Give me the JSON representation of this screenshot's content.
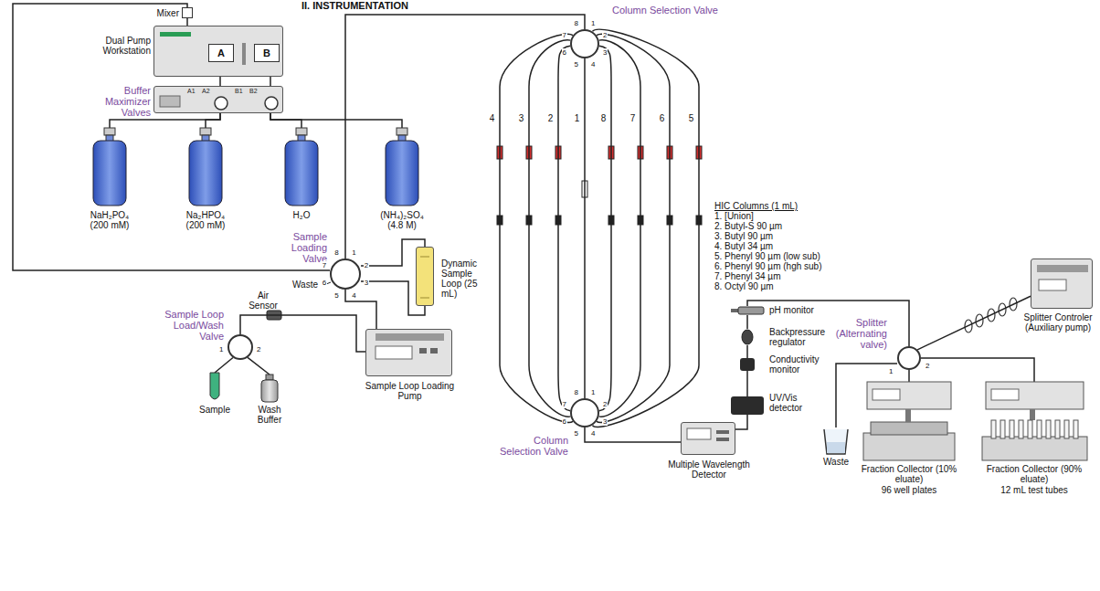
{
  "diagram": {
    "title": "II. INSTRUMENTATION",
    "nodes": [
      {
        "text": [
          "Mixer"
        ]
      },
      {
        "text": [
          "Dual Pump Workstation"
        ]
      },
      {
        "text": [
          "Buffer Maximizer Valves"
        ]
      },
      {
        "text": [
          "NaH₂PO₄",
          "(200 mM)"
        ]
      },
      {
        "text": [
          "Na₂HPO₄",
          "(200 mM)"
        ]
      },
      {
        "text": [
          "H₂O"
        ]
      },
      {
        "text": [
          "(NH₄)₂SO₄",
          "(4.8 M)"
        ]
      },
      {
        "text": [
          "Sample Loading Valve"
        ]
      },
      {
        "text": [
          "Dynamic Sample Loop (25 mL)"
        ]
      },
      {
        "text": [
          "Sample Loop Load/Wash Valve"
        ]
      },
      {
        "text": [
          "Sample"
        ]
      },
      {
        "text": [
          "Wash Buffer"
        ]
      },
      {
        "text": [
          "Sample Loop Loading Pump"
        ]
      },
      {
        "text": [
          "Column Selection Valve"
        ]
      },
      {
        "text": [
          "Column Selection Valve"
        ]
      },
      {
        "text": [
          "Multiple Wavelength Detector"
        ]
      },
      {
        "text": [
          "UV/Vis detector"
        ]
      },
      {
        "text": [
          "Conductivity monitor"
        ]
      },
      {
        "text": [
          "Backpressure regulator"
        ]
      },
      {
        "text": [
          "pH monitor"
        ]
      },
      {
        "text": [
          "Splitter",
          "(Alternating valve)"
        ]
      },
      {
        "text": [
          "Splitter Controler (Auxiliary pump)"
        ]
      },
      {
        "text": [
          "Waste"
        ]
      },
      {
        "text": [
          "Fraction Collector (10% eluate)",
          "96 well plates"
        ]
      },
      {
        "text": [
          "Fraction Collector (90% eluate)",
          "12 mL test tubes"
        ]
      }
    ],
    "edges": [
      {
        "from": 3,
        "to": 2,
        "arrow": "none"
      },
      {
        "from": 4,
        "to": 2,
        "arrow": "none"
      },
      {
        "from": 5,
        "to": 2,
        "arrow": "none"
      },
      {
        "from": 6,
        "to": 2,
        "arrow": "none"
      },
      {
        "from": 2,
        "to": 1,
        "arrow": "none"
      },
      {
        "from": 1,
        "to": 0,
        "arrow": "none"
      },
      {
        "from": 0,
        "to": 7,
        "arrow": "none"
      },
      {
        "from": 7,
        "to": 8,
        "arrow": "none"
      },
      {
        "from": 12,
        "to": 7,
        "arrow": "none"
      },
      {
        "from": 9,
        "to": 12,
        "arrow": "none"
      },
      {
        "from": 10,
        "to": 9,
        "arrow": "none"
      },
      {
        "from": 11,
        "to": 9,
        "arrow": "none"
      },
      {
        "from": 7,
        "to": 13,
        "arrow": "none"
      },
      {
        "from": 13,
        "to": 14,
        "arrow": "none"
      },
      {
        "from": 13,
        "to": 14,
        "arrow": "none"
      },
      {
        "from": 13,
        "to": 14,
        "arrow": "none"
      },
      {
        "from": 13,
        "to": 14,
        "arrow": "none"
      },
      {
        "from": 13,
        "to": 14,
        "arrow": "none"
      },
      {
        "from": 13,
        "to": 14,
        "arrow": "none"
      },
      {
        "from": 13,
        "to": 14,
        "arrow": "none"
      },
      {
        "from": 13,
        "to": 14,
        "arrow": "none"
      },
      {
        "from": 14,
        "to": 15,
        "arrow": "none"
      },
      {
        "from": 15,
        "to": 16,
        "arrow": "none"
      },
      {
        "from": 16,
        "to": 17,
        "arrow": "none"
      },
      {
        "from": 17,
        "to": 18,
        "arrow": "none"
      },
      {
        "from": 18,
        "to": 19,
        "arrow": "none"
      },
      {
        "from": 19,
        "to": 20,
        "arrow": "none"
      },
      {
        "from": 21,
        "to": 20,
        "arrow": "none"
      },
      {
        "from": 20,
        "to": 22,
        "arrow": "none"
      },
      {
        "from": 20,
        "to": 23,
        "arrow": "none"
      },
      {
        "from": 20,
        "to": 24,
        "arrow": "none"
      }
    ],
    "labels": [
      "A",
      "B",
      "A1",
      "A2",
      "B1",
      "B2",
      "1",
      "2",
      "3",
      "4",
      "5",
      "6",
      "7",
      "8",
      "Waste",
      "Air Sensor",
      "1",
      "2",
      "1",
      "2",
      "3",
      "4",
      "5",
      "6",
      "7",
      "8",
      "4",
      "3",
      "2",
      "1",
      "8",
      "7",
      "6",
      "5",
      "HIC Columns (1 mL)",
      "1. [Union]",
      "2. Butyl-S 90 µm",
      "3. Butyl 90 µm",
      "4. Butyl 34 µm",
      "5. Phenyl 90 µm (low sub)",
      "6. Phenyl 90 µm (hgh sub)",
      "7. Phenyl 34 µm",
      "8. Octyl 90 µm",
      "1",
      "2",
      "3",
      "4",
      "5",
      "6",
      "7",
      "8",
      "1",
      "2"
    ]
  }
}
